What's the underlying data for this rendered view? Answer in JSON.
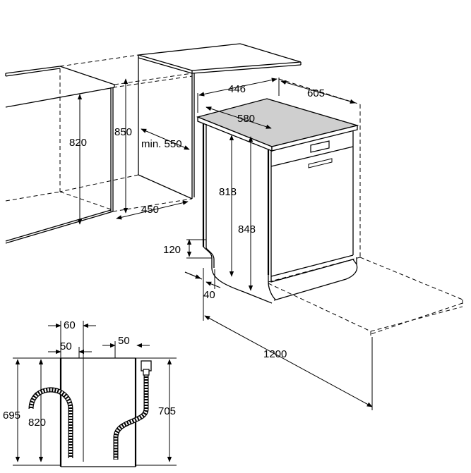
{
  "dimensions": {
    "cabinet_height_820": "820",
    "niche_height_850": "850",
    "niche_depth_min": "min. 550",
    "niche_width_450": "450",
    "appliance_width_446": "446",
    "appliance_depth_605": "605",
    "top_depth_580": "580",
    "body_height_818": "818",
    "total_height_848": "848",
    "plinth_height_120": "120",
    "plinth_depth_40": "40",
    "hose_length_1200": "1200",
    "back_offset_60": "60",
    "back_offset_50_left": "50",
    "back_offset_50_right": "50",
    "drain_height_695": "695",
    "drain_height_820": "820",
    "drain_height_705": "705"
  }
}
